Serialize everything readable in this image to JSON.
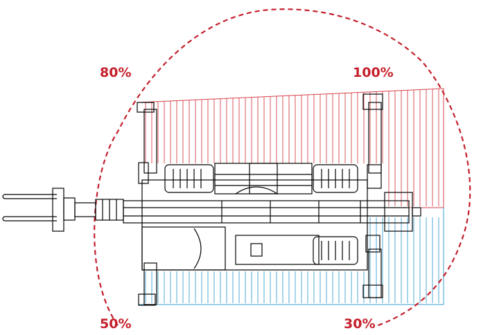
{
  "zones": {
    "front_left": "80%",
    "front_right": "100%",
    "rear_left": "50%",
    "rear_right": "30%"
  },
  "colors": {
    "label": "#c41f2b",
    "boundary": "#c41f2b",
    "front_hatch": "#d6414a",
    "rear_hatch": "#3b9fd0",
    "machine": "#000000"
  }
}
